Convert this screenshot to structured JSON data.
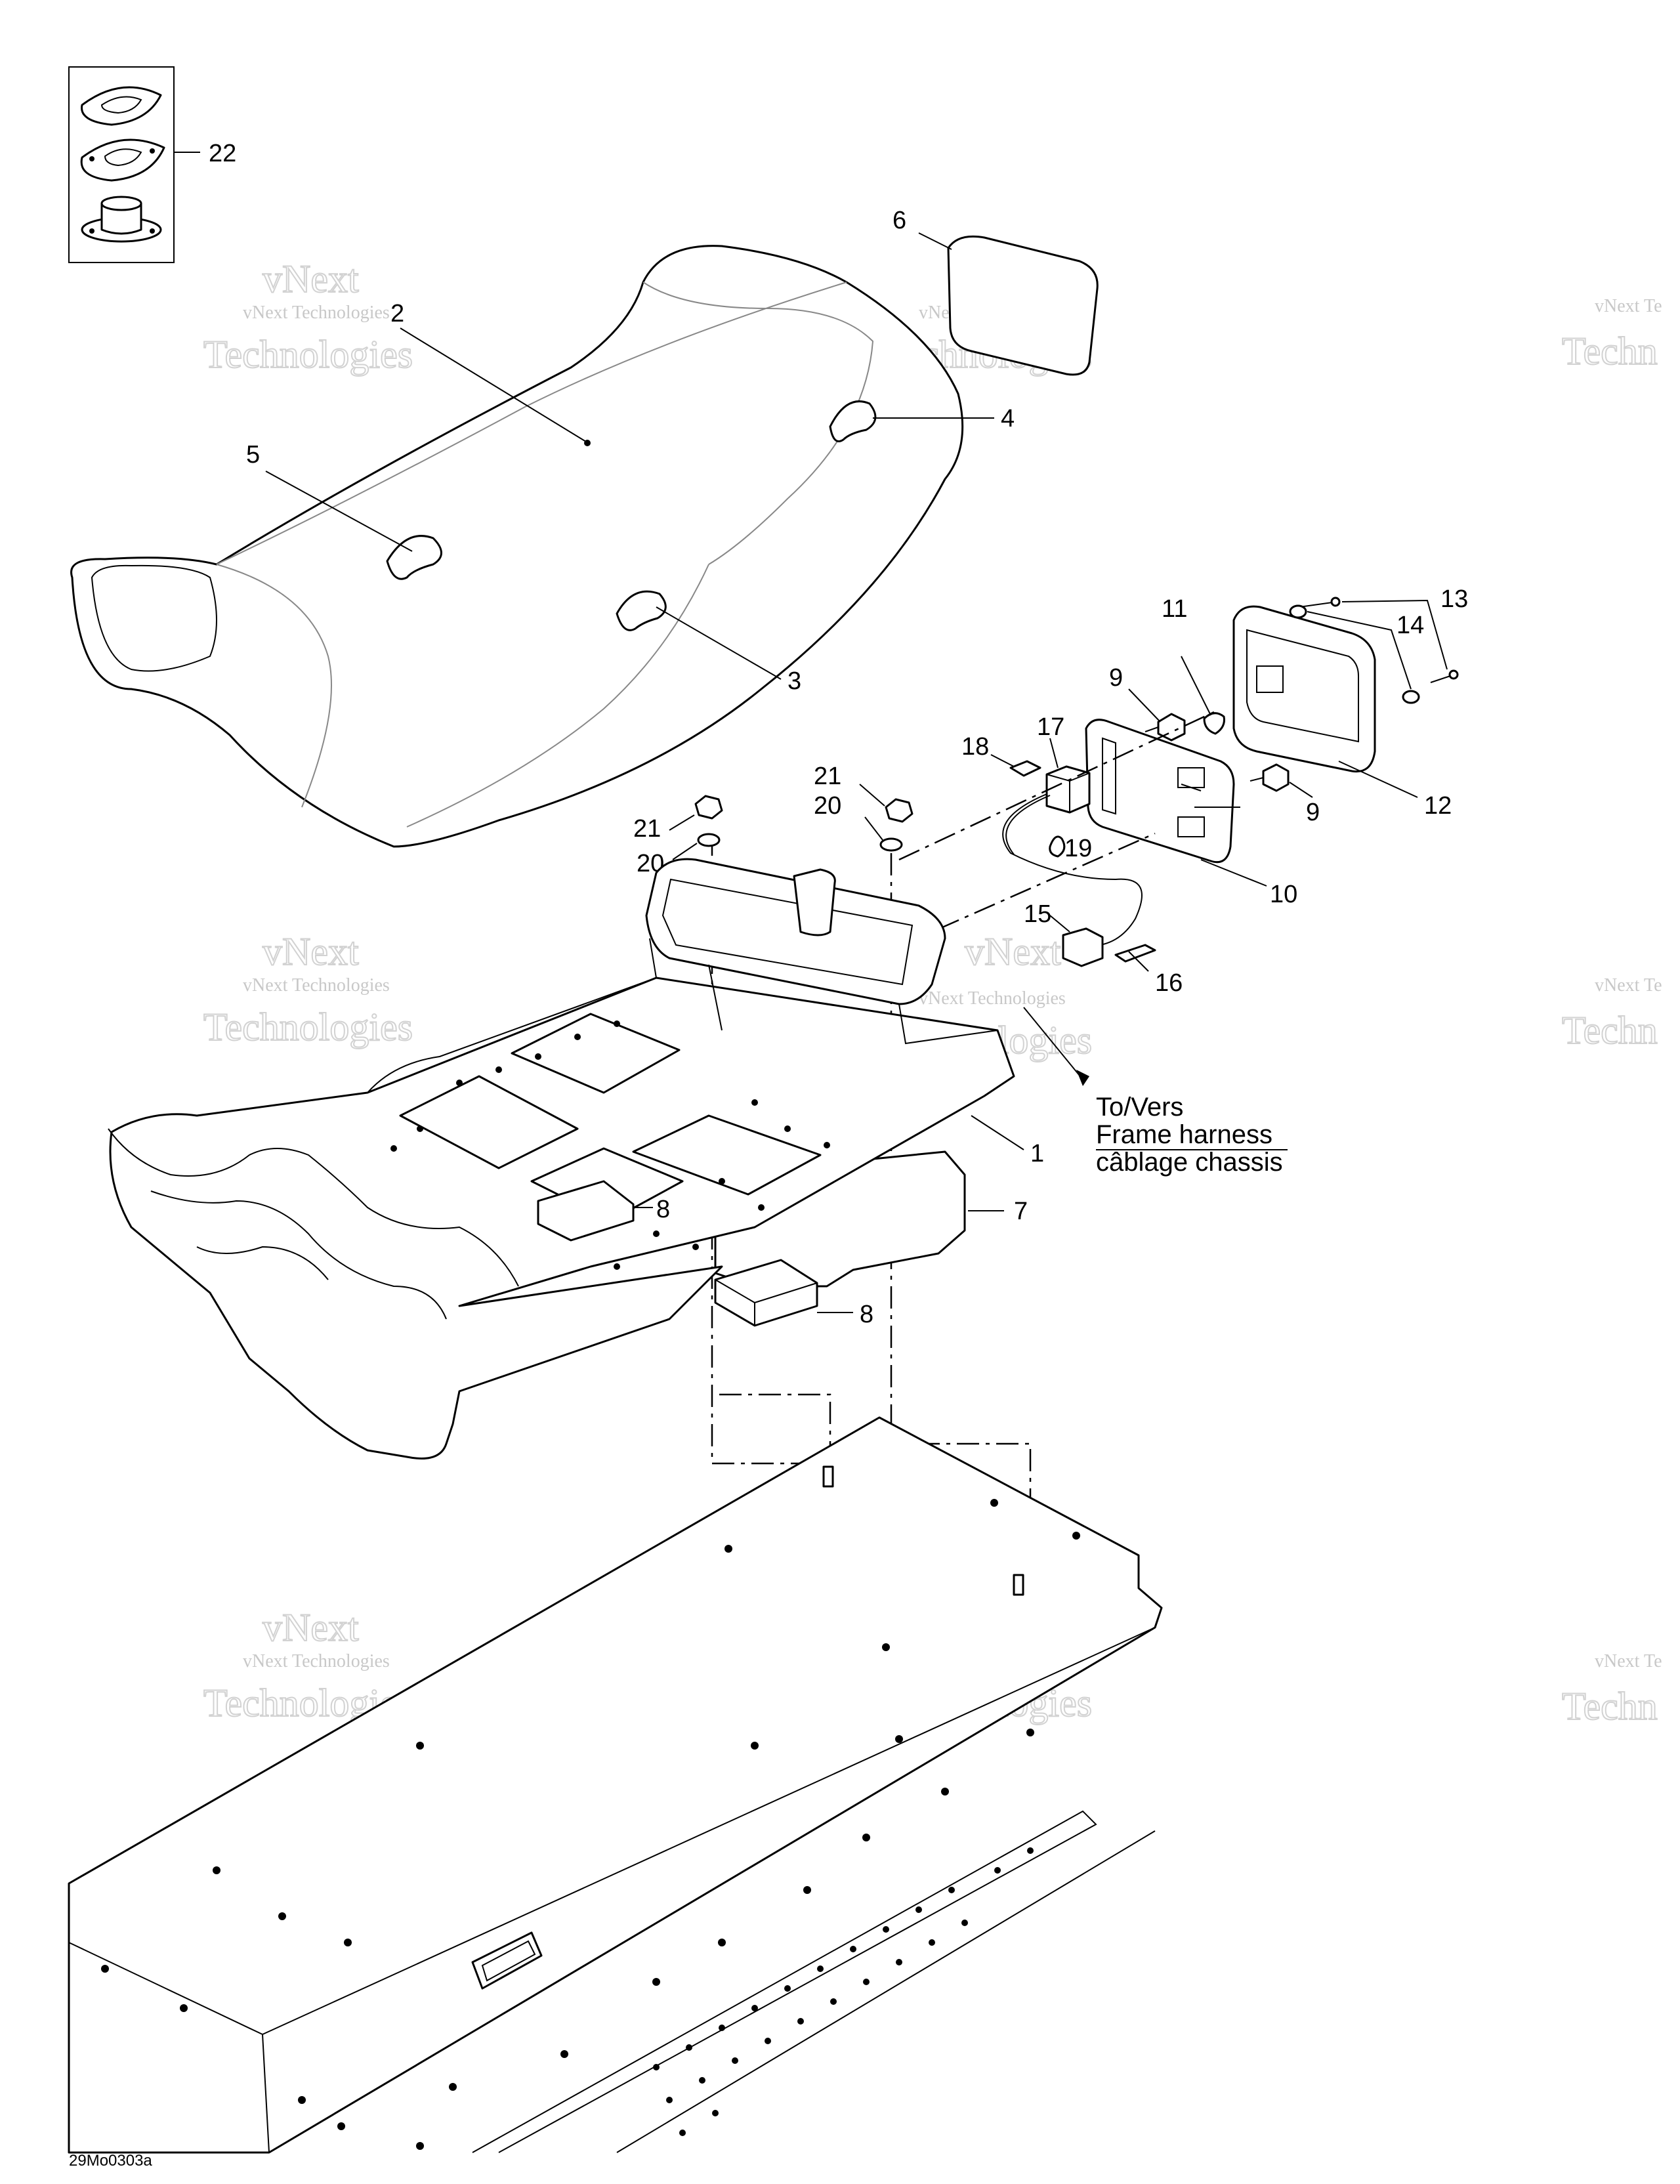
{
  "diagram": {
    "figure_code": "29Mo0303a",
    "note": {
      "line1": "To/Vers",
      "line2": "Frame harness",
      "line3": "câblage chassis"
    },
    "watermark": {
      "line1": "vNext",
      "line2": "vNext Technologies",
      "line3": "Technologies",
      "partial1": "vNext Te",
      "partial2": "Techn"
    },
    "callouts": {
      "c1": "1",
      "c2": "2",
      "c3": "3",
      "c4": "4",
      "c5": "5",
      "c6": "6",
      "c7": "7",
      "c8a": "8",
      "c8b": "8",
      "c9a": "9",
      "c9b": "9",
      "c10": "10",
      "c11": "11",
      "c12": "12",
      "c13": "13",
      "c14": "14",
      "c15": "15",
      "c16": "16",
      "c17": "17",
      "c18": "18",
      "c19": "19",
      "c20a": "20",
      "c20b": "20",
      "c21a": "21",
      "c21b": "21",
      "c22": "22"
    }
  }
}
